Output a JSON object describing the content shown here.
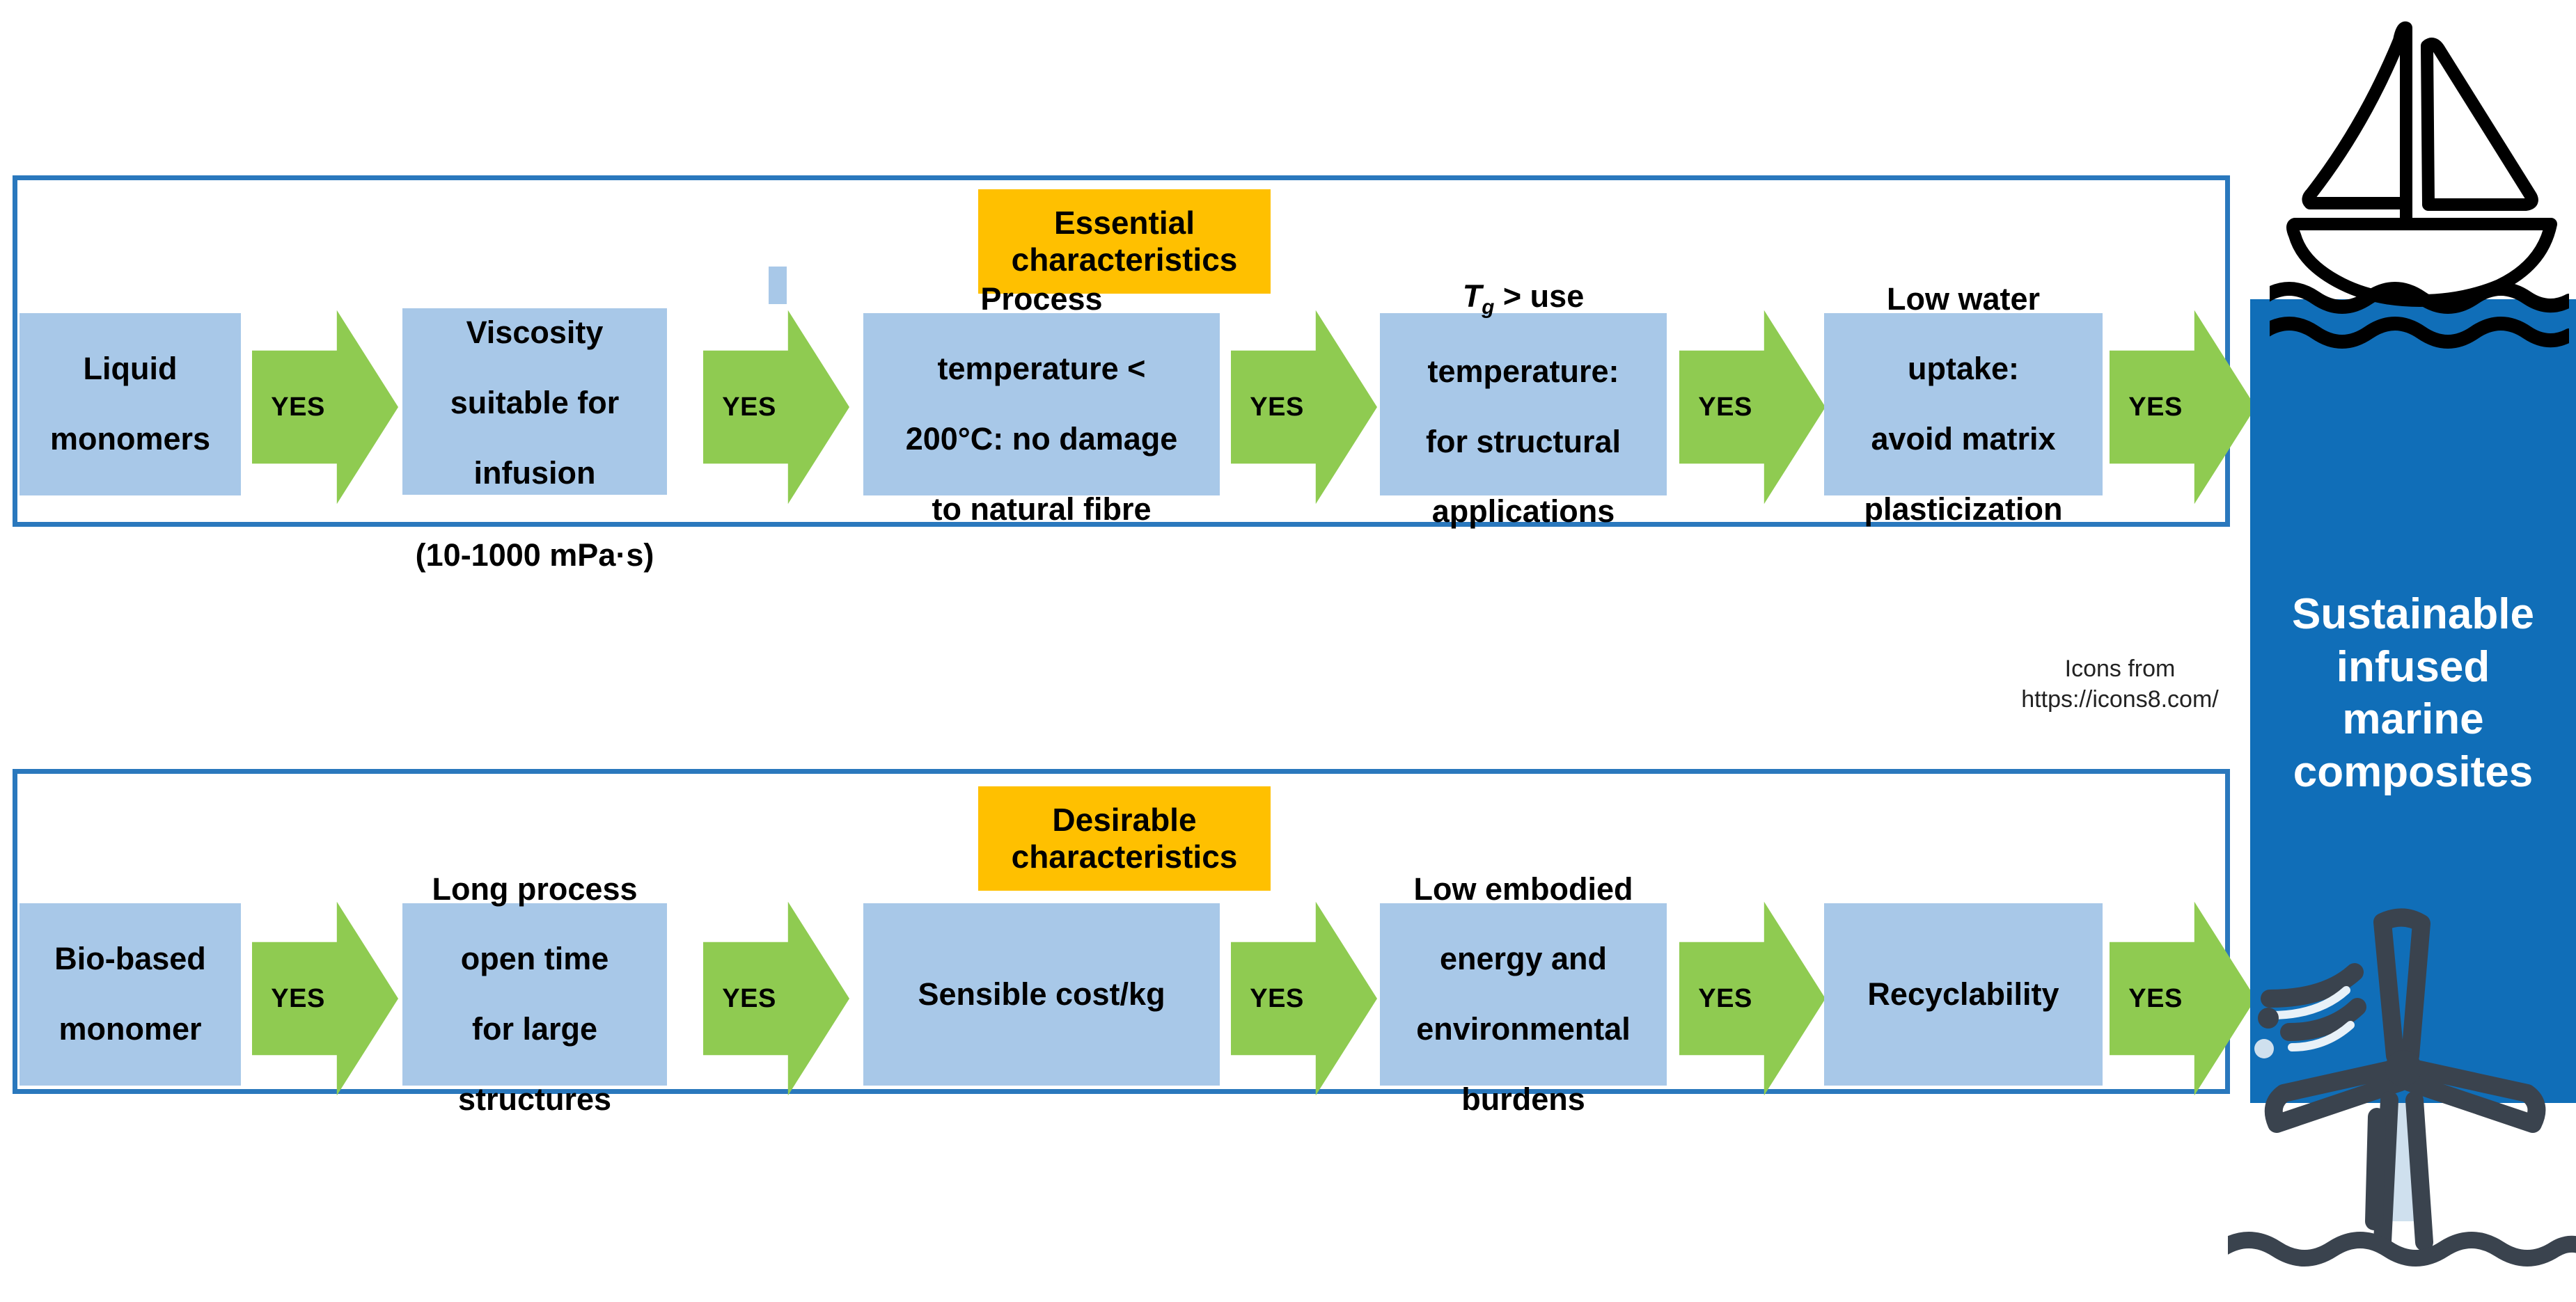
{
  "diagram": {
    "title_panel": {
      "text_lines": [
        "Sustainable",
        "infused",
        "marine",
        "composites"
      ],
      "background_color": "#106eb8",
      "text_color": "#ffffff"
    },
    "attribution": {
      "line1": "Icons from",
      "line2": "https://icons8.com/"
    },
    "colors": {
      "frame_border": "#2a78bd",
      "box_fill": "#a8c8e8",
      "tag_fill": "#ffc000",
      "arrow_fill": "#8fcb51",
      "panel_blue": "#106eb8",
      "turbine_gray": "#3a434e"
    },
    "arrow_label": "YES",
    "rows": [
      {
        "id": "essential",
        "tag": {
          "line1": "Essential",
          "line2": "characteristics"
        },
        "steps": [
          {
            "lines": [
              "Liquid",
              "monomers"
            ]
          },
          {
            "lines": [
              "Viscosity",
              "suitable for",
              "infusion",
              "",
              "(10-1000 mPa·s)"
            ]
          },
          {
            "lines": [
              "Process",
              "temperature <",
              "200°C: no damage",
              "to natural fibre"
            ]
          },
          {
            "lines": [
              "T",
              "g",
              " > use",
              "temperature:",
              "for structural",
              "applications"
            ]
          },
          {
            "lines": [
              "Low water",
              "uptake:",
              "avoid matrix",
              "plasticization"
            ]
          }
        ],
        "arrows": [
          "YES",
          "YES",
          "YES",
          "YES",
          "YES"
        ]
      },
      {
        "id": "desirable",
        "tag": {
          "line1": "Desirable",
          "line2": "characteristics"
        },
        "steps": [
          {
            "lines": [
              "Bio-based",
              "monomer"
            ]
          },
          {
            "lines": [
              "Long process",
              "open time",
              "for large",
              "structures"
            ]
          },
          {
            "lines": [
              "Sensible cost/kg"
            ]
          },
          {
            "lines": [
              "Low embodied",
              "energy and",
              "environmental",
              "burdens"
            ]
          },
          {
            "lines": [
              "Recyclability"
            ]
          }
        ],
        "arrows": [
          "YES",
          "YES",
          "YES",
          "YES",
          "YES"
        ]
      }
    ],
    "icons": [
      {
        "name": "sailboat-icon",
        "position": "top-right"
      },
      {
        "name": "wind-turbine-icon",
        "position": "bottom-right"
      }
    ]
  }
}
